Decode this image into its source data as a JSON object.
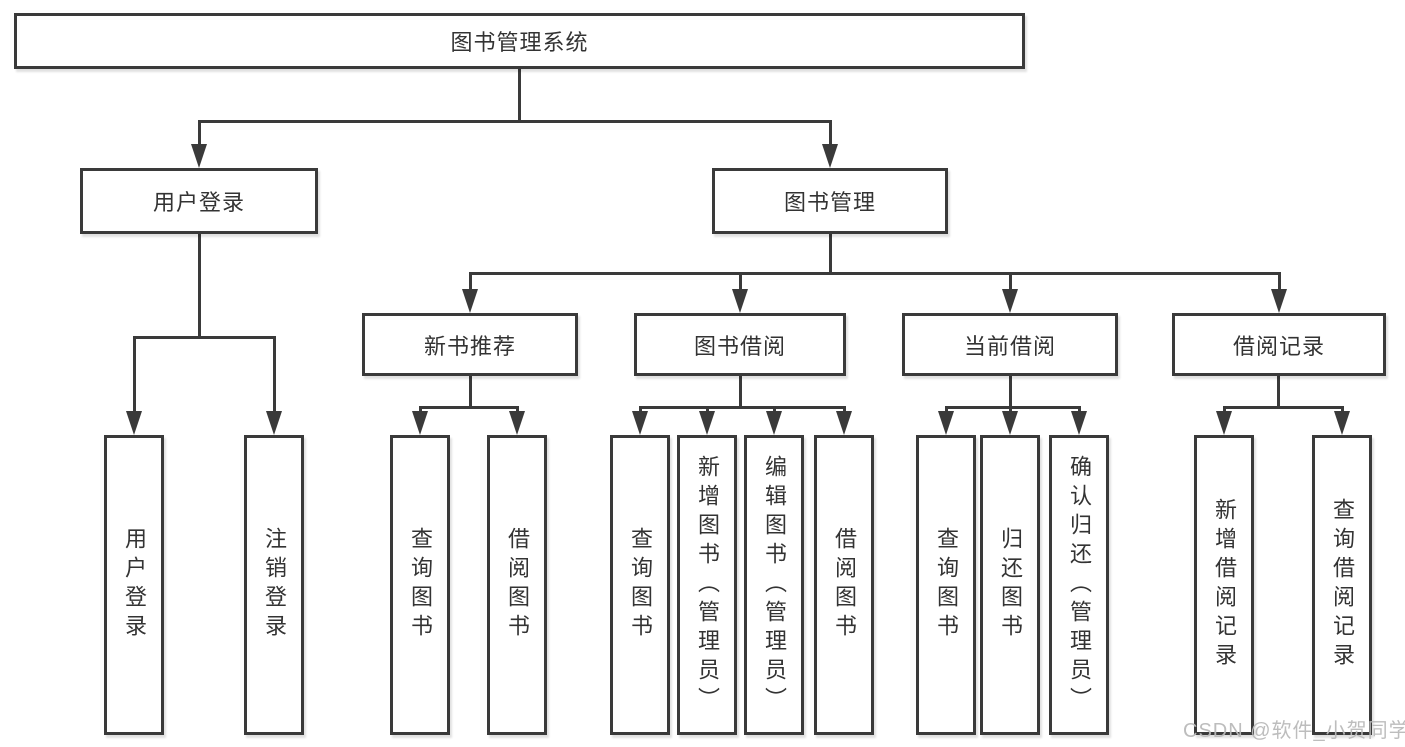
{
  "diagram": {
    "root": {
      "label": "图书管理系统"
    },
    "level2": {
      "user_login": {
        "label": "用户登录"
      },
      "book_management": {
        "label": "图书管理"
      }
    },
    "level3": {
      "new_book_recommend": {
        "label": "新书推荐"
      },
      "book_borrow": {
        "label": "图书借阅"
      },
      "current_borrow": {
        "label": "当前借阅"
      },
      "borrow_records": {
        "label": "借阅记录"
      }
    },
    "leaves": {
      "user_login": [
        "用户登录",
        "注销登录"
      ],
      "new_book_recommend": [
        "查询图书",
        "借阅图书"
      ],
      "book_borrow": [
        "查询图书",
        "新增图书（管理员）",
        "编辑图书（管理员）",
        "借阅图书"
      ],
      "current_borrow": [
        "查询图书",
        "归还图书",
        "确认归还（管理员）"
      ],
      "borrow_records": [
        "新增借阅记录",
        "查询借阅记录"
      ]
    },
    "watermark": "CSDN @软件_小贺同学",
    "colors": {
      "line": "#3a3a3a",
      "text": "#333333",
      "watermark": "#b9b9b9",
      "background": "#ffffff"
    }
  }
}
